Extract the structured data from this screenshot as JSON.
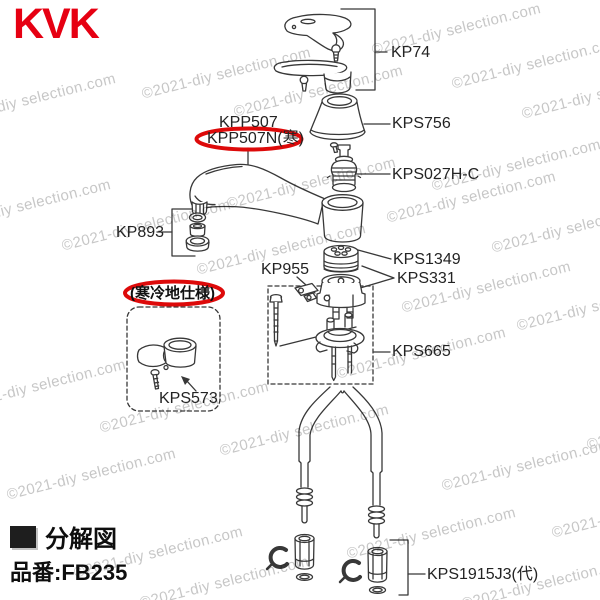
{
  "brand": {
    "name": "KVK"
  },
  "watermark": {
    "text": "©2021-diy selection.com"
  },
  "parts": {
    "kp74": "KP74",
    "kps756": "KPS756",
    "kpp507": "KPP507",
    "kpp507n": "KPP507N(寒)",
    "kps027hc": "KPS027H-C",
    "kp893": "KP893",
    "kps1349": "KPS1349",
    "kps331": "KPS331",
    "kp955": "KP955",
    "kps665": "KPS665",
    "cold_spec_note": "(寒冷地仕様)",
    "kps573": "KPS573",
    "kps1915j3": "KPS1915J3(代)"
  },
  "footer": {
    "diagram_title": "分解図",
    "product_code": "品番:FB235"
  },
  "colors": {
    "brand_red": "#e60012",
    "highlight_red": "#dd0a0a",
    "line": "#383838",
    "watermark_gray": "#c7c7c7"
  }
}
